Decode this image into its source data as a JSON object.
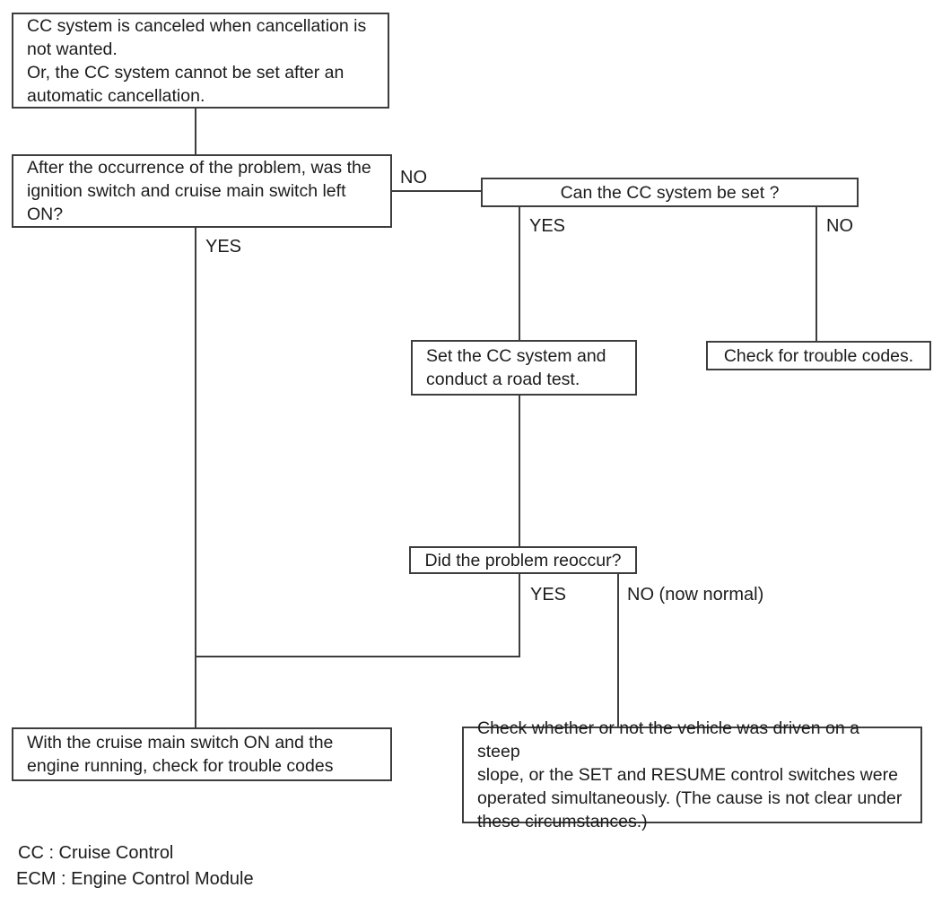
{
  "diagram": {
    "boxes": {
      "problem": "CC system is canceled when cancellation is\nnot wanted.\nOr, the CC system cannot be set after an\nautomatic cancellation.",
      "q_ignition_left_on": "After the occurrence of the problem, was the\nignition switch and cruise main switch left\nON?",
      "q_cc_set": "Can the CC system be set ?",
      "set_road_test": "Set the CC system and\nconduct a road test.",
      "check_trouble_codes": "Check for trouble codes.",
      "q_reoccur": "Did the problem reoccur?",
      "check_codes_engine_running": "With the cruise main switch ON and the\nengine running, check for trouble codes",
      "check_steep_slope": "Check whether or not the vehicle was driven on a steep\nslope, or the SET and RESUME control switches were\noperated simultaneously. (The cause is not clear under\nthese circumstances.)"
    },
    "labels": {
      "ignition_no": "NO",
      "ignition_yes": "YES",
      "cc_set_yes": "YES",
      "cc_set_no": "NO",
      "reoccur_yes": "YES",
      "reoccur_no": "NO (now normal)"
    },
    "legend": {
      "cc": "CC : Cruise Control",
      "ecm": "ECM : Engine Control Module"
    }
  }
}
